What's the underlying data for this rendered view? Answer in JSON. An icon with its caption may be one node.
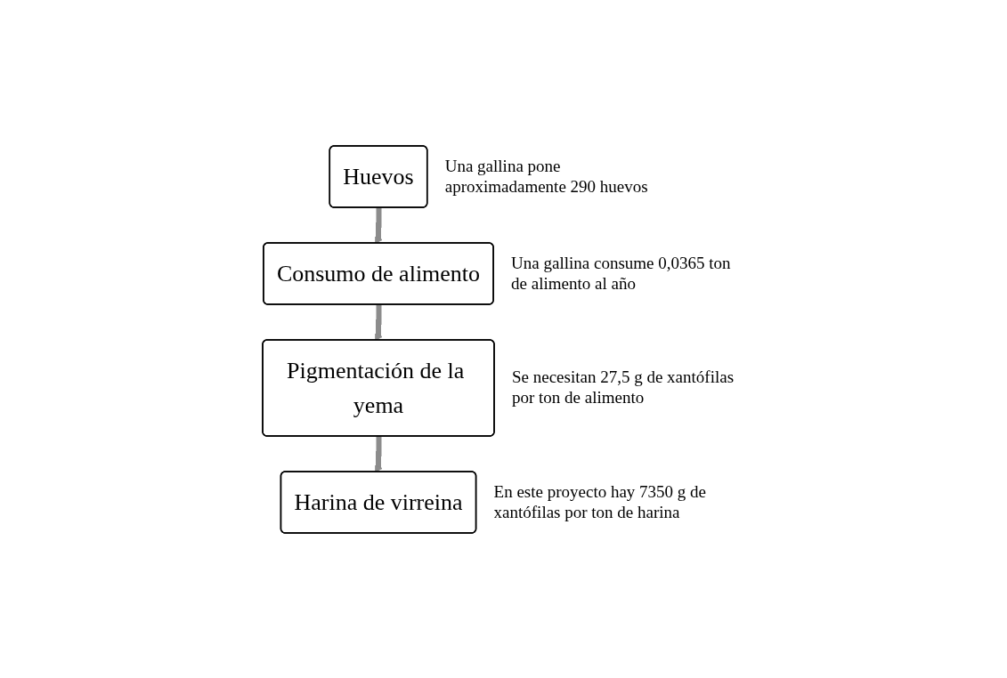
{
  "diagram": {
    "nodes": [
      {
        "text": [
          "Huevos"
        ],
        "beside": [
          "Una gallina pone aproximadamente 290 huevos"
        ]
      },
      {
        "text": [
          "Consumo de alimento"
        ],
        "beside": [
          "Una gallina consume 0,0365 ton de alimento al año"
        ]
      },
      {
        "text": [
          "Pigmentación de la yema"
        ],
        "beside": [
          "Se necesitan 27,5 g de xantófilas por ton de alimento"
        ]
      },
      {
        "text": [
          "Harina de virreina"
        ],
        "beside": [
          "En este proyecto hay 7350 g de xantófilas por ton de harina"
        ]
      }
    ],
    "edges": [
      {
        "from": 0,
        "to": 1,
        "arrow": "to"
      },
      {
        "from": 1,
        "to": 2,
        "arrow": "to"
      },
      {
        "from": 2,
        "to": 3,
        "arrow": "to"
      }
    ]
  }
}
